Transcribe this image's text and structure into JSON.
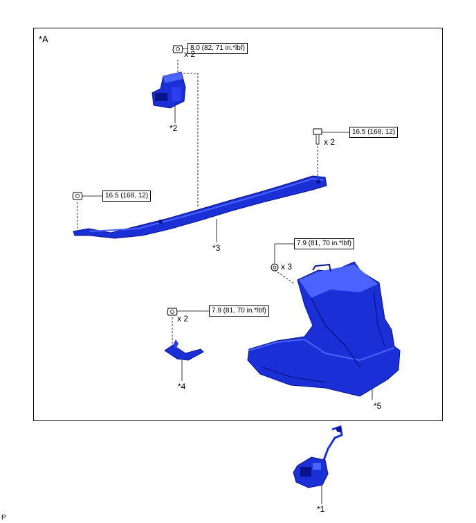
{
  "view_label": "*A",
  "corner_mark": "P",
  "colors": {
    "part_fill": "#1b2fd6",
    "part_dark": "#0a148a",
    "part_light": "#4b63ff",
    "line": "#000000"
  },
  "torques": {
    "part2_nut": "8.0 (82, 71 in.*lbf)",
    "bolt_right": "16.5 (168, 12)",
    "nut_left": "16.5 (168, 12)",
    "tank_nut": "7.9 (81, 70 in.*lbf)",
    "part4_nut": "7.9 (81, 70 in.*lbf)"
  },
  "quantities": {
    "part2_nut": "x 2",
    "bolt_right": "x 2",
    "tank_nut": "x 3",
    "part4_nut": "x 2"
  },
  "parts": {
    "p1": "*1",
    "p2": "*2",
    "p3": "*3",
    "p4": "*4",
    "p5": "*5"
  }
}
